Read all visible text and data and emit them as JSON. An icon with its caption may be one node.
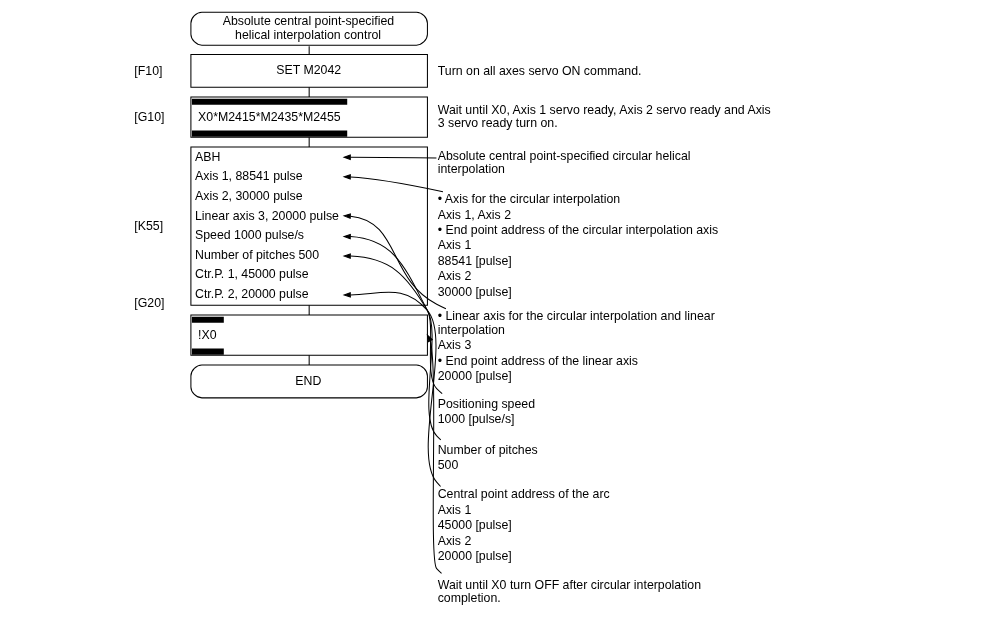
{
  "diagram": {
    "nodes": [
      {
        "text": [
          "Absolute central point-specified helical interpolation control"
        ]
      },
      {
        "text": [
          "SET M2042"
        ],
        "beside": [
          "[F10]",
          "Turn on all axes servo ON command."
        ]
      },
      {
        "text": [
          "X0*M2415*M2435*M2455"
        ],
        "beside": [
          "[G10]",
          "Wait until X0, Axis 1 servo ready, Axis 2 servo ready and Axis 3 servo ready turn on."
        ]
      },
      {
        "text": [
          "ABH",
          "Axis 1, 88541 pulse",
          "Axis 2, 30000 pulse",
          "Linear axis 3, 20000 pulse",
          "Speed 1000 pulse/s",
          "Number of pitches 500",
          "Ctr.P. 1, 45000 pulse",
          "Ctr.P. 2, 20000 pulse"
        ],
        "beside": [
          "[K55]"
        ]
      },
      {
        "text": [
          "!X0"
        ],
        "beside": [
          "[G20]"
        ]
      },
      {
        "text": [
          "END"
        ]
      },
      {
        "text": [
          "Absolute central point-specified circular helical interpolation"
        ]
      },
      {
        "text": [
          "• Axis for the circular interpolation",
          "Axis 1, Axis 2",
          "• End point address of the circular interpolation axis",
          "Axis 1",
          "88541 [pulse]",
          "Axis 2",
          "30000 [pulse]"
        ]
      },
      {
        "text": [
          "• Linear axis for the circular interpolation and linear interpolation",
          "Axis 3",
          "• End point address of the linear axis",
          "20000 [pulse]"
        ]
      },
      {
        "text": [
          "Positioning speed",
          "1000 [pulse/s]"
        ]
      },
      {
        "text": [
          "Number of pitches",
          "500"
        ]
      },
      {
        "text": [
          "Central point address of the arc",
          "Axis 1",
          "45000 [pulse]",
          "Axis 2",
          "20000 [pulse]"
        ]
      },
      {
        "text": [
          "Wait until X0 turn OFF after circular interpolation completion."
        ]
      }
    ],
    "edges": [
      {
        "from": 0,
        "to": 1,
        "arrow": "none"
      },
      {
        "from": 1,
        "to": 2,
        "arrow": "none"
      },
      {
        "from": 2,
        "to": 3,
        "arrow": "none"
      },
      {
        "from": 3,
        "to": 4,
        "arrow": "none"
      },
      {
        "from": 4,
        "to": 5,
        "arrow": "none"
      },
      {
        "from": 6,
        "to": 3,
        "arrow": "to"
      },
      {
        "from": 7,
        "to": 3,
        "arrow": "to"
      },
      {
        "from": 8,
        "to": 3,
        "arrow": "to"
      },
      {
        "from": 9,
        "to": 3,
        "arrow": "to"
      },
      {
        "from": 10,
        "to": 3,
        "arrow": "to"
      },
      {
        "from": 11,
        "to": 3,
        "arrow": "to"
      },
      {
        "from": 12,
        "to": 4,
        "arrow": "to"
      }
    ]
  }
}
